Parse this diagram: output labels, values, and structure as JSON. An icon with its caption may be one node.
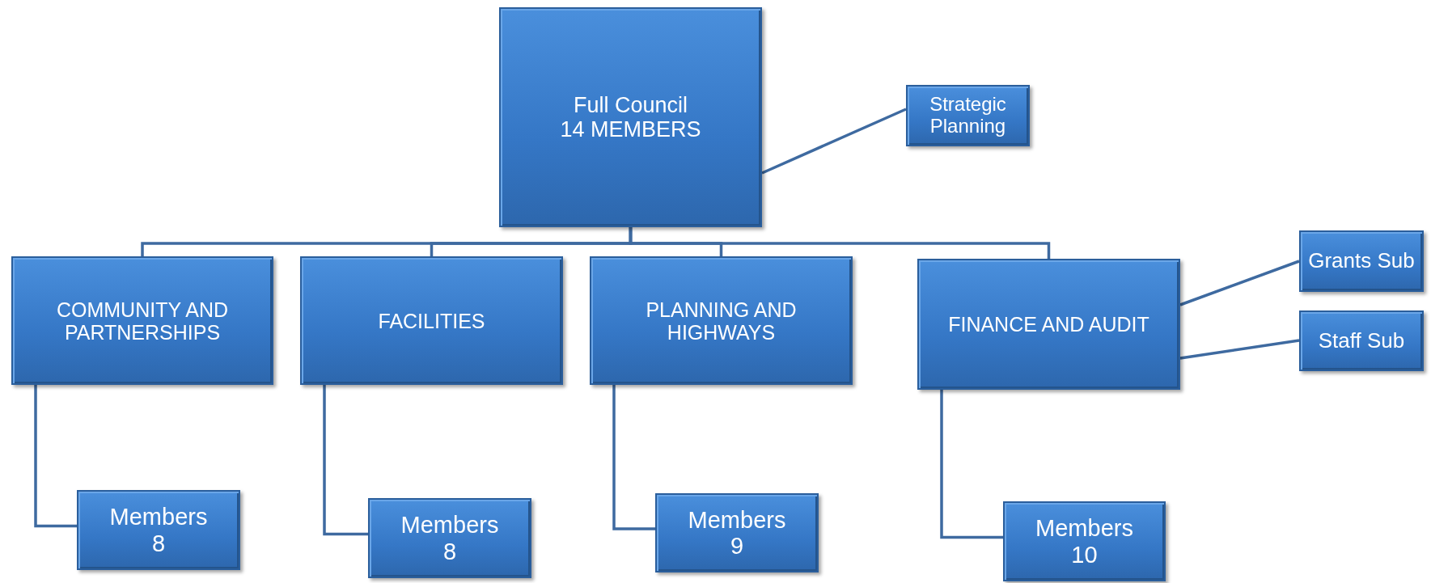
{
  "diagram": {
    "nodes": [
      {
        "text": [
          "Full Council",
          "14 MEMBERS"
        ]
      },
      {
        "text": [
          "Strategic Planning"
        ]
      },
      {
        "text": [
          "COMMUNITY AND PARTNERSHIPS"
        ]
      },
      {
        "text": [
          "FACILITIES"
        ]
      },
      {
        "text": [
          "PLANNING AND HIGHWAYS"
        ]
      },
      {
        "text": [
          "FINANCE AND AUDIT"
        ]
      },
      {
        "text": [
          "Grants Sub"
        ]
      },
      {
        "text": [
          "Staff Sub"
        ]
      },
      {
        "text": [
          "Members",
          "8"
        ]
      },
      {
        "text": [
          "Members",
          "8"
        ]
      },
      {
        "text": [
          "Members",
          "9"
        ]
      },
      {
        "text": [
          "Members",
          "10"
        ]
      }
    ],
    "edges": [
      {
        "from": 0,
        "to": 1,
        "arrow": "none"
      },
      {
        "from": 0,
        "to": 2,
        "arrow": "none"
      },
      {
        "from": 0,
        "to": 3,
        "arrow": "none"
      },
      {
        "from": 0,
        "to": 4,
        "arrow": "none"
      },
      {
        "from": 0,
        "to": 5,
        "arrow": "none"
      },
      {
        "from": 5,
        "to": 6,
        "arrow": "none"
      },
      {
        "from": 5,
        "to": 7,
        "arrow": "none"
      },
      {
        "from": 2,
        "to": 8,
        "arrow": "none"
      },
      {
        "from": 3,
        "to": 9,
        "arrow": "none"
      },
      {
        "from": 4,
        "to": 10,
        "arrow": "none"
      },
      {
        "from": 5,
        "to": 11,
        "arrow": "none"
      }
    ]
  }
}
